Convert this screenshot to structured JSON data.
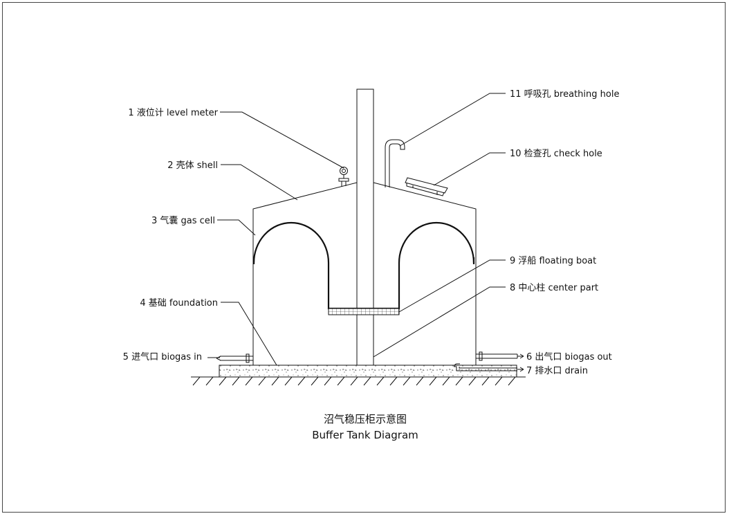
{
  "labels": {
    "level_meter": "1 液位计 level meter",
    "shell": "2 壳体 shell",
    "gas_cell": "3 气囊 gas cell",
    "foundation": "4 基础 foundation",
    "biogas_in": "5 进气口 biogas in",
    "biogas_out": "6 出气口 biogas out",
    "drain": "7 排水口 drain",
    "center_part": "8 中心柱 center part",
    "floating_boat": "9 浮船 floating boat",
    "check_hole": "10 检查孔 check hole",
    "breathing_hole": "11 呼吸孔 breathing hole"
  },
  "title": {
    "cn": "沼气稳压柜示意图",
    "en": "Buffer Tank Diagram"
  }
}
